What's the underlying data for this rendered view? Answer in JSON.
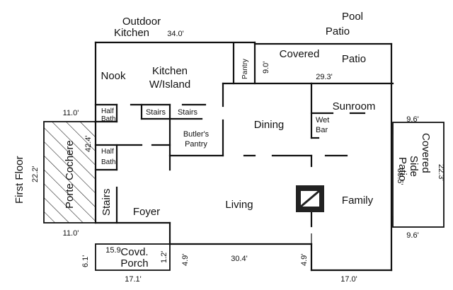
{
  "floor_label": "First Floor",
  "outside": {
    "outdoor_kitchen": [
      "Outdoor",
      "Kitchen"
    ],
    "pool_patio": [
      "Pool",
      "Patio"
    ]
  },
  "rooms": {
    "nook": "Nook",
    "kitchen": [
      "Kitchen",
      "W/Island"
    ],
    "pantry": "Pantry",
    "covered_patio": [
      "Covered",
      "Patio"
    ],
    "half_bath_top": [
      "Half",
      "Bath"
    ],
    "half_bath_bottom": [
      "Half",
      "Bath"
    ],
    "stairs_1": "Stairs",
    "stairs_2": "Stairs",
    "stairs_3": "Stairs",
    "butlers_pantry": [
      "Butler's",
      "Pantry"
    ],
    "dining": "Dining",
    "sunroom": "Sunroom",
    "wet_bar": [
      "Wet",
      "Bar"
    ],
    "porte_cochere": "Porte Cochere",
    "foyer": "Foyer",
    "living": "Living",
    "family": "Family",
    "covered_side_patio": [
      "Covered",
      "Side",
      "Patio"
    ],
    "covd_porch": [
      "Covd.",
      "Porch"
    ]
  },
  "dimensions": {
    "top_width": "34.0'",
    "patio_depth": "9.0'",
    "patio_width": "29.3'",
    "porte_width_top": "11.0'",
    "porte_width_bottom": "11.0'",
    "porte_depth": "22.2'",
    "stair_hall_len": "42.4'",
    "side_patio_width_top": "9.6'",
    "side_patio_width_bottom": "9.6'",
    "side_patio_depth": "22.3'",
    "family_depth": "39.5'",
    "porch_width": "15.9",
    "porch_depth_right": "1.2'",
    "porch_depth_left": "6.1'",
    "porch_bottom": "17.1'",
    "living_bottom": "30.4'",
    "step_left": "4.9'",
    "step_right": "4.9'",
    "family_bottom": "17.0'"
  }
}
